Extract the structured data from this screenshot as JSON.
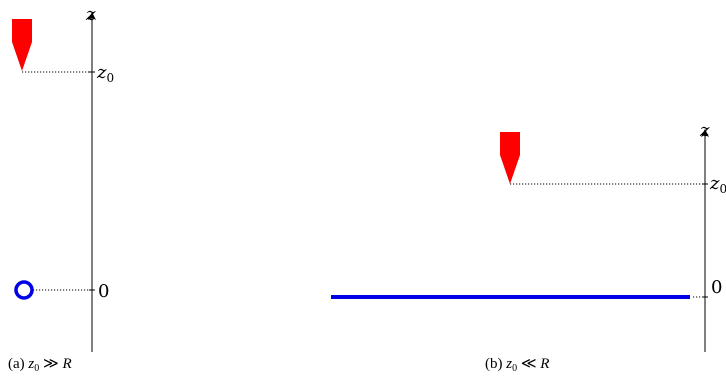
{
  "colors": {
    "probe": "#ff0000",
    "object": "#0000e6",
    "axis": "#000000"
  },
  "panel_a": {
    "axis_label": "z",
    "height_label_base": "z",
    "height_label_sub": "0",
    "origin_label": "0",
    "caption_prefix": "(a) ",
    "caption_var": "z",
    "caption_sub": "0",
    "caption_rel": " ≫ ",
    "caption_rhs": "R",
    "object_shape": "circle"
  },
  "panel_b": {
    "axis_label": "z",
    "height_label_base": "z",
    "height_label_sub": "0",
    "origin_label": "0",
    "caption_prefix": "(b) ",
    "caption_var": "z",
    "caption_sub": "0",
    "caption_rel": " ≪ ",
    "caption_rhs": "R",
    "object_shape": "plane"
  }
}
